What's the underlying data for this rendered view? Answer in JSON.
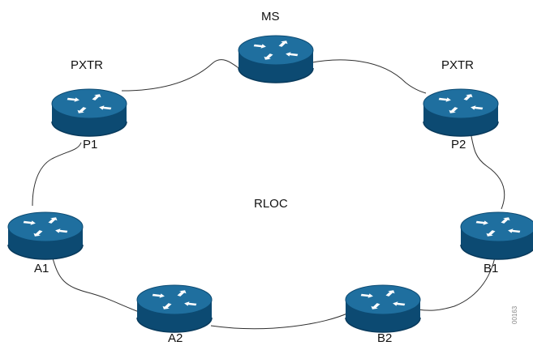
{
  "diagram": {
    "cloud_label": "RLOC",
    "side_label": "00163",
    "colors": {
      "router_top": "#1f6f9f",
      "router_side": "#0c4a72",
      "router_dark": "#083a5c",
      "arrow": "#ffffff",
      "cloud_line": "#2f2f2f",
      "text": "#111111"
    },
    "nodes": [
      {
        "id": "ms",
        "label_above": "MS",
        "label_below": ""
      },
      {
        "id": "pxtr-left",
        "label_above": "PXTR",
        "label_below": "P1"
      },
      {
        "id": "pxtr-right",
        "label_above": "PXTR",
        "label_below": "P2"
      },
      {
        "id": "a1",
        "label_above": "",
        "label_below": "A1"
      },
      {
        "id": "b1",
        "label_above": "",
        "label_below": "B1"
      },
      {
        "id": "a2",
        "label_above": "",
        "label_below": "A2"
      },
      {
        "id": "b2",
        "label_above": "",
        "label_below": "B2"
      }
    ]
  }
}
